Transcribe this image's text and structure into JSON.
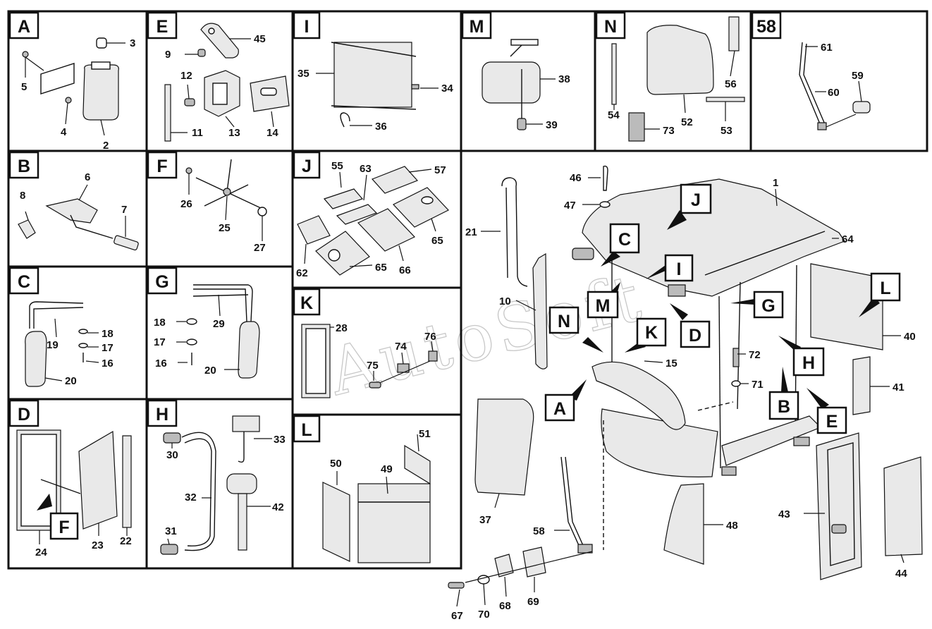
{
  "watermark": "AutoSoft",
  "colors": {
    "line": "#111111",
    "part_fill": "#e9e9e9",
    "dark_fill": "#bbbbbb",
    "watermark": "#c8c8c8"
  },
  "panels": {
    "A": {
      "letter": "A",
      "parts": [
        "3",
        "5",
        "4",
        "2"
      ]
    },
    "E": {
      "letter": "E",
      "parts": [
        "45",
        "9",
        "12",
        "11",
        "13",
        "14"
      ]
    },
    "I": {
      "letter": "I",
      "parts": [
        "35",
        "34",
        "36"
      ]
    },
    "M": {
      "letter": "M",
      "parts": [
        "38",
        "39"
      ]
    },
    "N": {
      "letter": "N",
      "parts": [
        "56",
        "54",
        "52",
        "53",
        "73"
      ]
    },
    "P58": {
      "letter": "58",
      "parts": [
        "61",
        "59",
        "60"
      ]
    },
    "B": {
      "letter": "B",
      "parts": [
        "6",
        "8",
        "7"
      ]
    },
    "F": {
      "letter": "F",
      "parts": [
        "26",
        "25",
        "27"
      ]
    },
    "J": {
      "letter": "J",
      "parts": [
        "55",
        "63",
        "57",
        "65",
        "62",
        "65",
        "66"
      ]
    },
    "C": {
      "letter": "C",
      "parts": [
        "18",
        "19",
        "17",
        "16",
        "20"
      ]
    },
    "G": {
      "letter": "G",
      "parts": [
        "29",
        "18",
        "17",
        "16",
        "20"
      ]
    },
    "K": {
      "letter": "K",
      "parts": [
        "28",
        "74",
        "76",
        "75"
      ]
    },
    "D": {
      "letter": "D",
      "parts": [
        "24",
        "23",
        "22"
      ],
      "callout": "F"
    },
    "H": {
      "letter": "H",
      "parts": [
        "30",
        "33",
        "32",
        "42",
        "31"
      ]
    },
    "L": {
      "letter": "L",
      "parts": [
        "51",
        "50",
        "49"
      ]
    }
  },
  "main": {
    "parts": [
      "46",
      "47",
      "1",
      "21",
      "64",
      "10",
      "40",
      "72",
      "15",
      "71",
      "41",
      "37",
      "58",
      "48",
      "43",
      "44",
      "67",
      "70",
      "68",
      "69"
    ],
    "callouts": [
      "J",
      "C",
      "I",
      "L",
      "M",
      "G",
      "N",
      "K",
      "D",
      "H",
      "A",
      "B",
      "E"
    ]
  }
}
